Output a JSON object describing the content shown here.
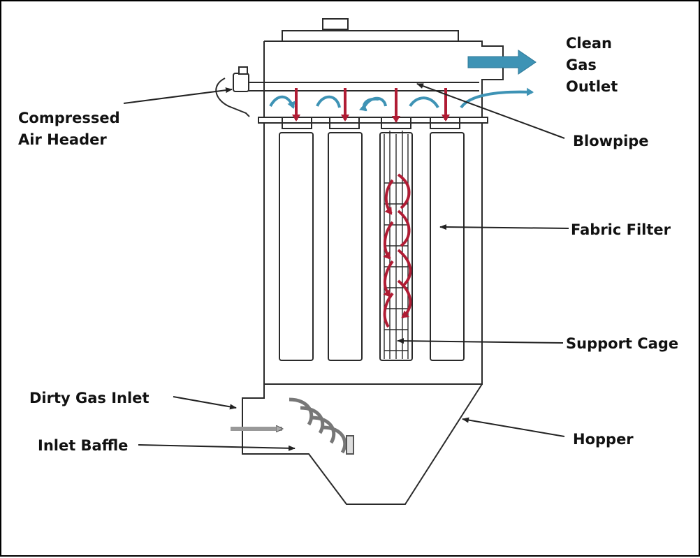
{
  "labels": {
    "clean_gas_outlet": [
      "Clean",
      "Gas",
      "Outlet"
    ],
    "compressed_air_header": [
      "Compressed",
      "Air Header"
    ],
    "blowpipe": "Blowpipe",
    "fabric_filter": "Fabric Filter",
    "support_cage": "Support Cage",
    "dirty_gas_inlet": "Dirty Gas Inlet",
    "inlet_baffle": "Inlet Baffle",
    "hopper": "Hopper"
  },
  "colors": {
    "outline": "#2a2a2a",
    "clean_gas_arrow": "#3e93b5",
    "pulse_arrow": "#b01c34",
    "leader": "#222222"
  }
}
